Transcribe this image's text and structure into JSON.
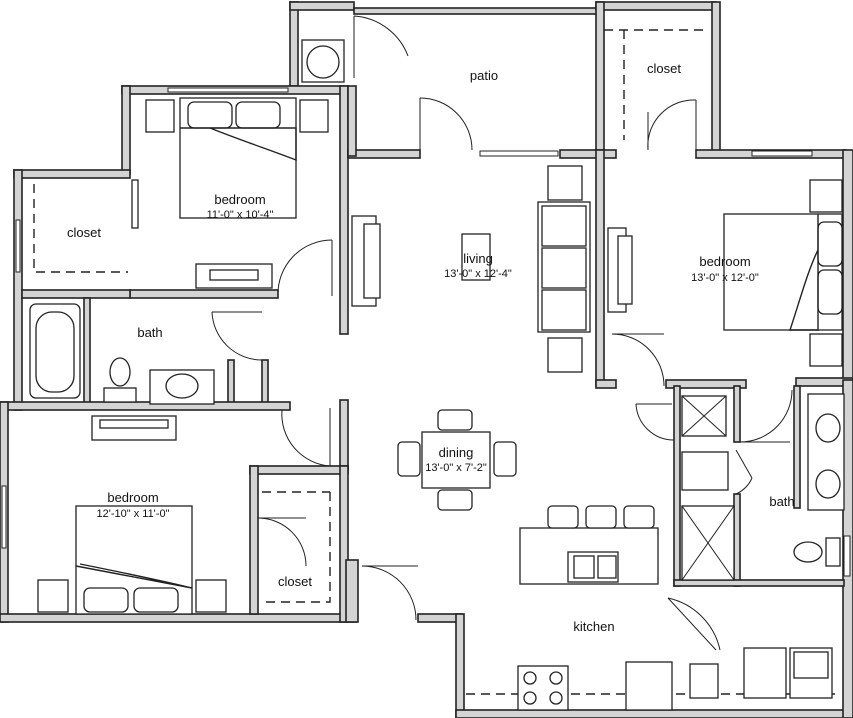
{
  "rooms": {
    "patio": {
      "name": "patio"
    },
    "closet_top_right": {
      "name": "closet"
    },
    "closet_left": {
      "name": "closet"
    },
    "bedroom_top": {
      "name": "bedroom",
      "size": "11'-0\" x 10'-4\""
    },
    "living": {
      "name": "living",
      "size": "13'-0\" x 12'-4\""
    },
    "bedroom_right": {
      "name": "bedroom",
      "size": "13'-0\" x 12'-0\""
    },
    "bath_left": {
      "name": "bath"
    },
    "bath_right": {
      "name": "bath"
    },
    "dining": {
      "name": "dining",
      "size": "13'-0\" x 7'-2\""
    },
    "bedroom_bottom": {
      "name": "bedroom",
      "size": "12'-10\" x 11'-0\""
    },
    "closet_bottom": {
      "name": "closet"
    },
    "kitchen": {
      "name": "kitchen"
    }
  }
}
